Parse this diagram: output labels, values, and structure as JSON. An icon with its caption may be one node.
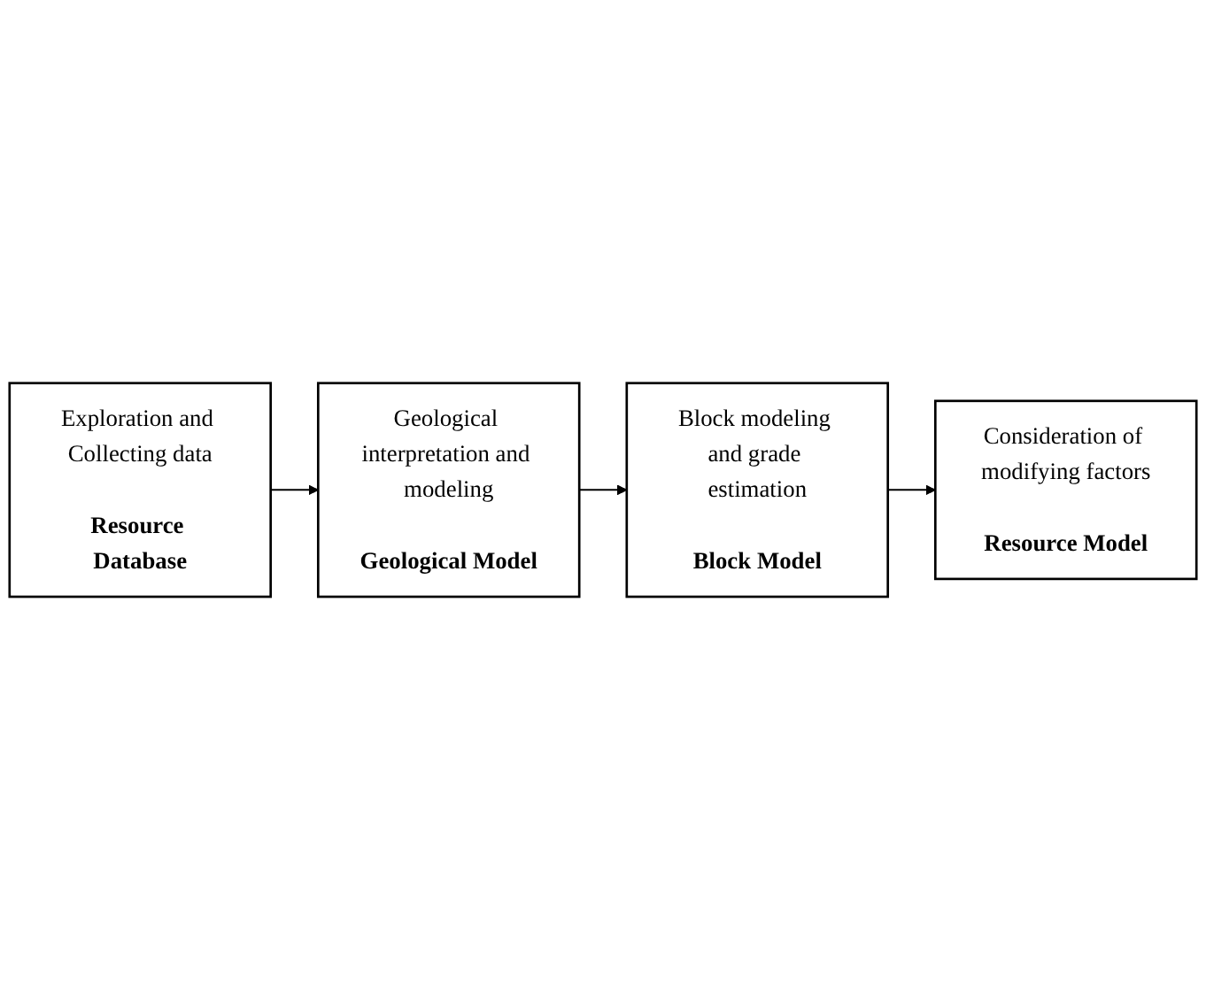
{
  "diagram": {
    "nodes": [
      {
        "text": [
          "Exploration and Collecting data",
          "Resource Database"
        ]
      },
      {
        "text": [
          "Geological interpretation and modeling",
          "Geological Model"
        ]
      },
      {
        "text": [
          "Consideration of modifying factors",
          "Resource Model"
        ]
      },
      {
        "text": [
          "Block modeling and grade estimation",
          "Block Model"
        ]
      }
    ],
    "edges": [
      {
        "from": 0,
        "to": 1,
        "arrow": "to"
      },
      {
        "from": 1,
        "to": 3,
        "arrow": "to"
      },
      {
        "from": 3,
        "to": 2,
        "arrow": "to"
      }
    ]
  }
}
